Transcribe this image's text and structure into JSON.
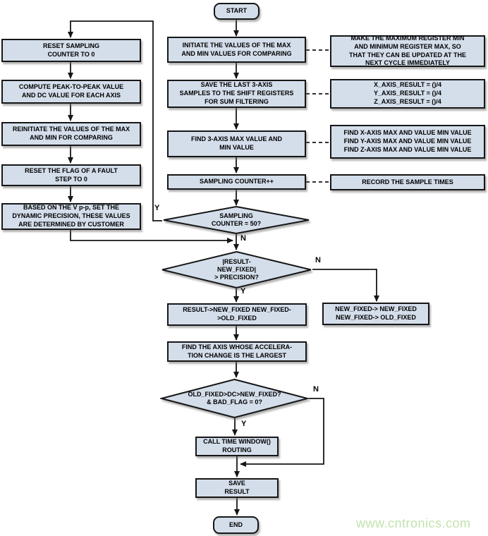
{
  "diagram_type": "flowchart",
  "colors": {
    "node_fill": "#d4deeb",
    "node_border": "#161616",
    "connector": "#161616",
    "background": "#ffffff",
    "watermark_color": "#c0e3ae"
  },
  "nodes": {
    "start": "START",
    "l1": "RESET SAMPLING\nCOUNTER TO 0",
    "l2": "COMPUTE PEAK-TO-PEAK VALUE\nAND DC VALUE FOR EACH AXIS",
    "l3": "REINITIATE THE VALUES OF THE MAX\nAND MIN FOR COMPARING",
    "l4": "RESET THE FLAG OF A FAULT\nSTEP TO 0",
    "l5": "BASED ON THE V p-p, SET THE\nDYNAMIC PRECISION, THESE VALUES\nARE DETERMINED BY CUSTOMER",
    "m1": "INITIATE THE VALUES OF THE MAX\nAND MIN VALUES FOR COMPARING",
    "m2": "SAVE THE LAST 3-AXIS\nSAMPLES TO THE SHIFT REGISTERS\nFOR SUM FILTERING",
    "m3": "FIND 3-AXIS MAX VALUE AND\nMIN VALUE",
    "m4": "SAMPLING COUNTER++",
    "m5": "RESULT->NEW_FIXED NEW_FIXED-\n>OLD_FIXED",
    "side": "NEW_FIXED-> NEW_FIXED\nNEW_FIXED-> OLD_FIXED",
    "m6": "FIND THE AXIS WHOSE ACCELERA-\nTION CHANGE IS THE LARGEST",
    "m7": "CALL TIME WINDOW()\nROUTING",
    "m8": "SAVE\nRESULT",
    "end": "END"
  },
  "decisions": {
    "d1": {
      "label": "SAMPLING\nCOUNTER = 50?",
      "yes": "Y",
      "no": "N"
    },
    "d2": {
      "label": "|RESULT-\nNEW_FIXED|\n> PRECISION?",
      "yes": "Y",
      "no": "N"
    },
    "d3": {
      "label": "OLD_FIXED>DC>NEW_FIXED?\n& BAD_FLAG = 0?",
      "yes": "Y",
      "no": "N"
    }
  },
  "annotations": {
    "r1": "MAKE THE MAXIMUM REGISTER MIN\nAND MINIMUM REGISTER MAX, SO\nTHAT THEY CAN BE UPDATED AT THE\nNEXT CYCLE IMMEDIATELY",
    "r2": "X_AXIS_RESULT = ()/4\nY_AXIS_RESULT = ()/4\nZ_AXIS_RESULT = ()/4",
    "r3": "FIND X-AXIS MAX AND VALUE MIN VALUE\nFIND Y-AXIS MAX AND VALUE MIN VALUE\nFIND Z-AXIS MAX AND VALUE MIN VALUE",
    "r4": "RECORD THE SAMPLE TIMES"
  },
  "watermark": "www.cntronics.com"
}
